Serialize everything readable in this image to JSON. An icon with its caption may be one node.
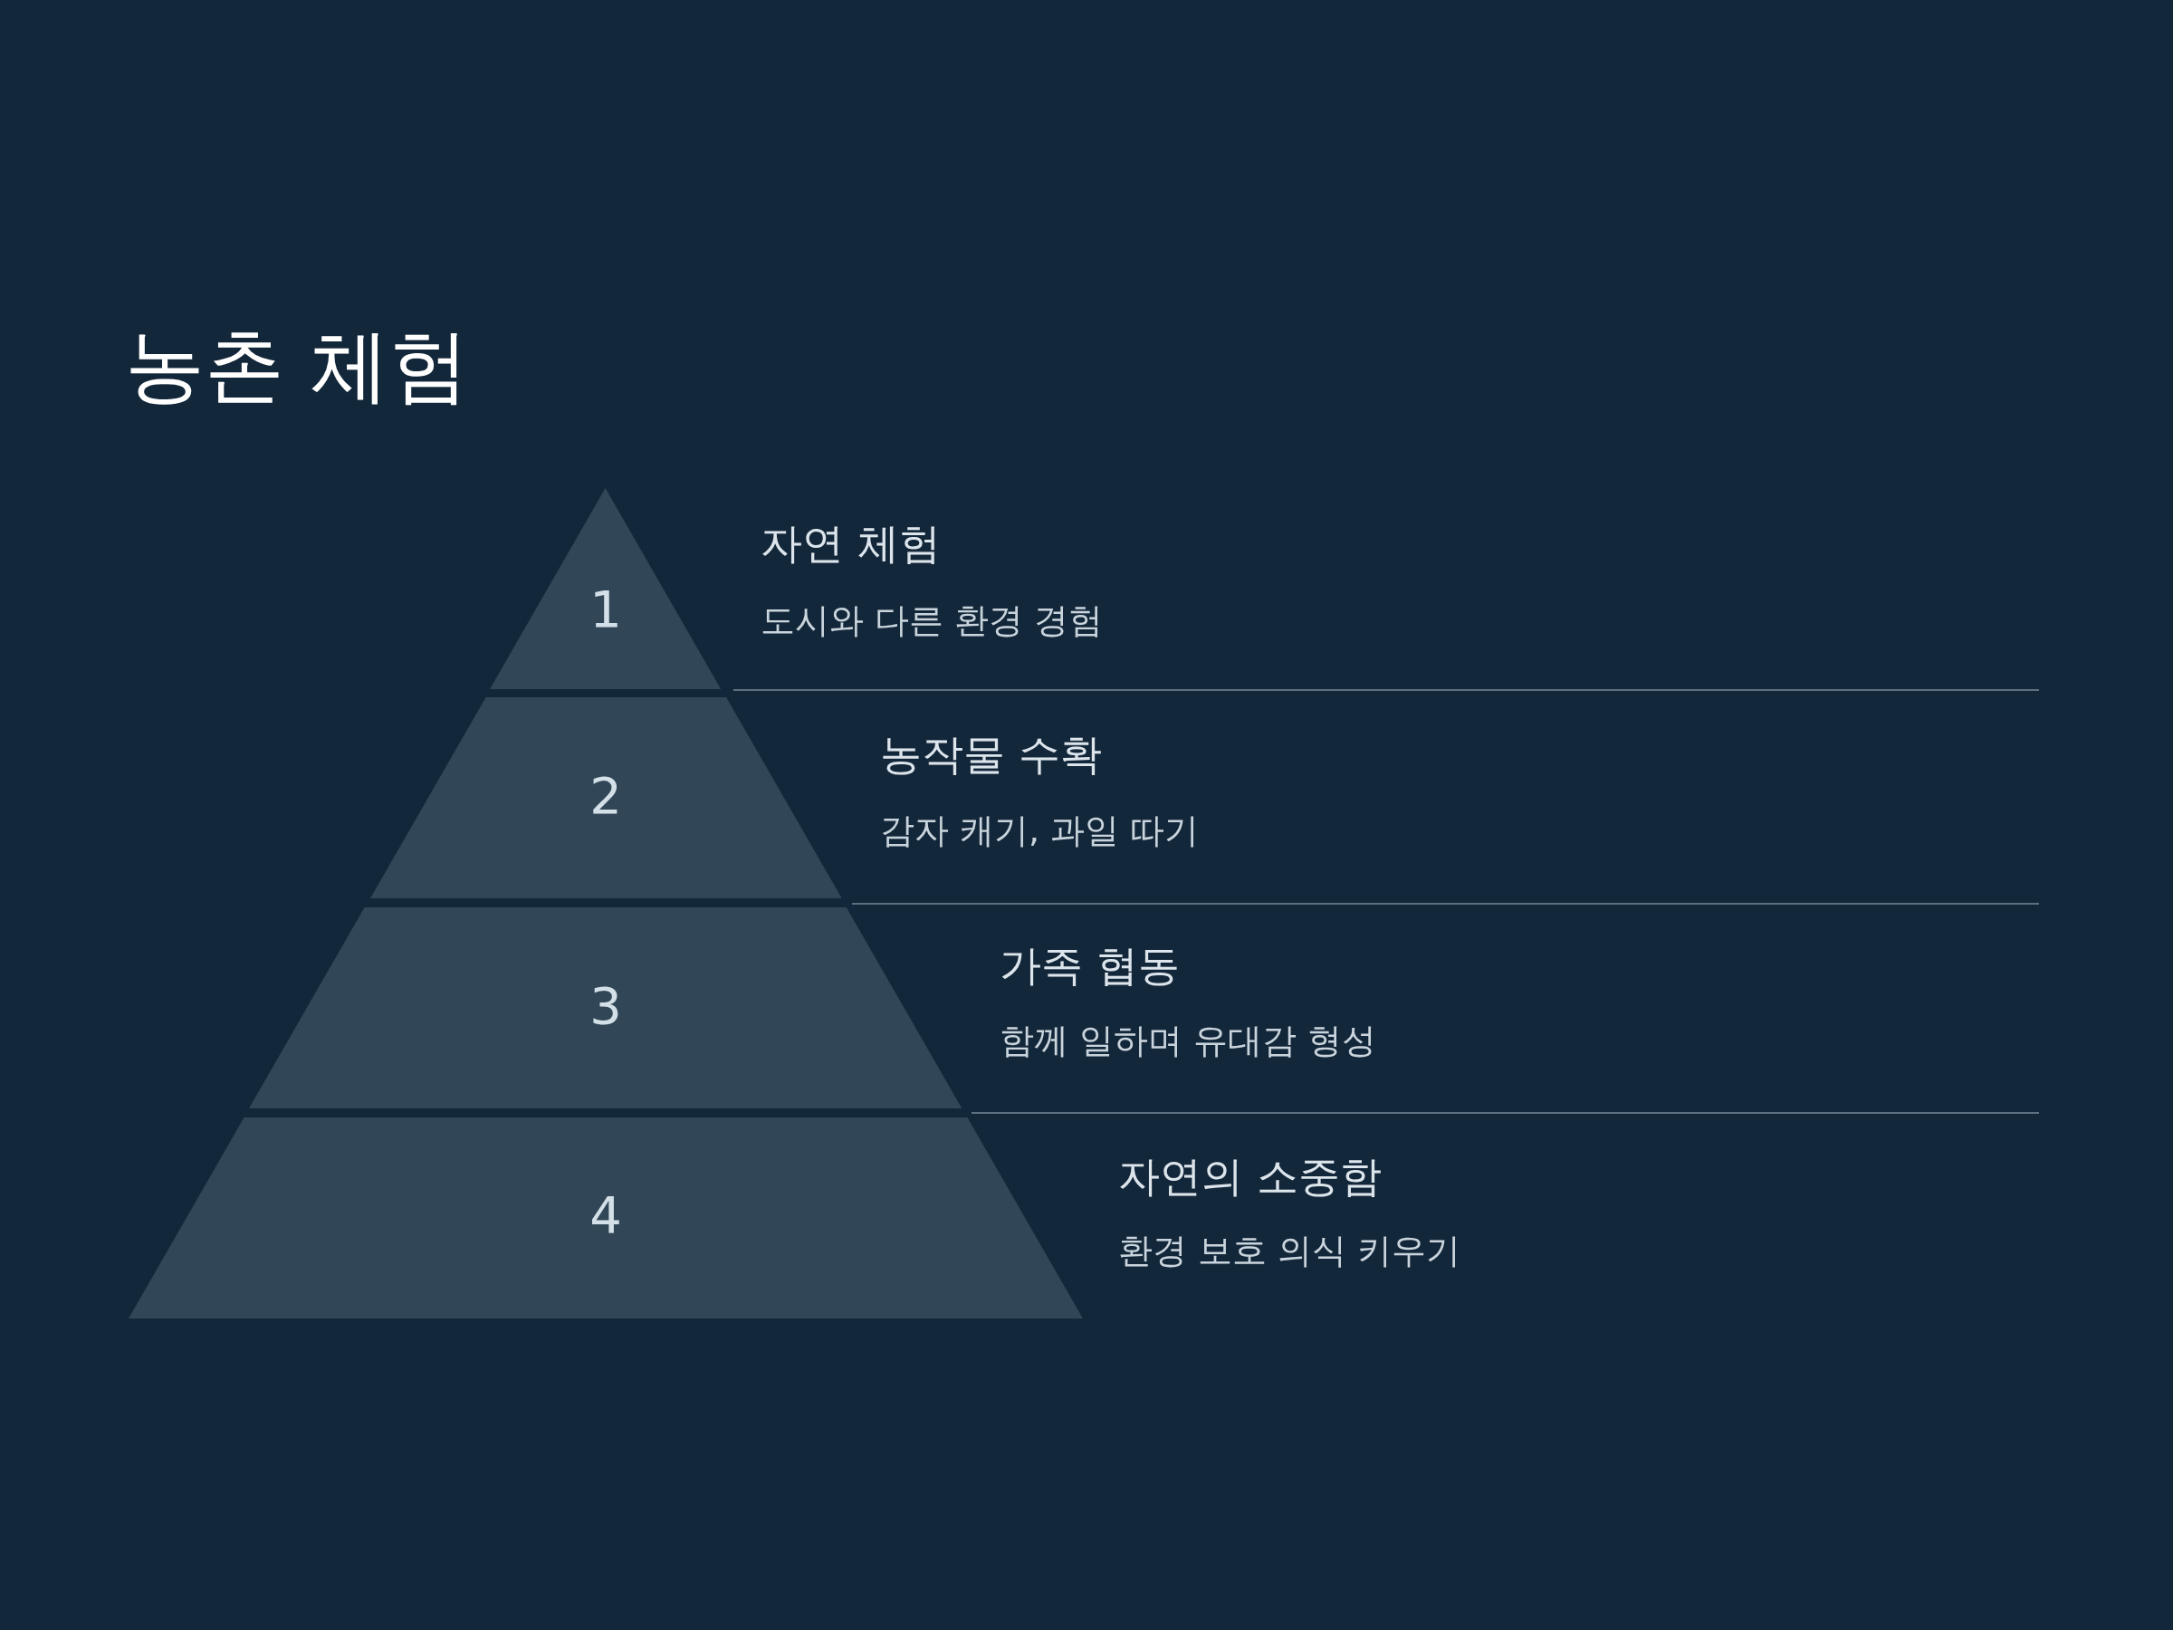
{
  "diagram": {
    "title": "농촌 체험",
    "nodes": [
      {
        "text": [
          "1"
        ],
        "beside": [
          "자연 체험",
          "도시와 다른 환경 경험"
        ]
      },
      {
        "text": [
          "2"
        ],
        "beside": [
          "농작물 수확",
          "감자 캐기, 과일 따기"
        ]
      },
      {
        "text": [
          "3"
        ],
        "beside": [
          "가족 협동",
          "함께 일하며 유대감 형성"
        ]
      },
      {
        "text": [
          "4"
        ],
        "beside": [
          "자연의 소중함",
          "환경 보호 의식 키우기"
        ]
      }
    ],
    "edges": []
  }
}
